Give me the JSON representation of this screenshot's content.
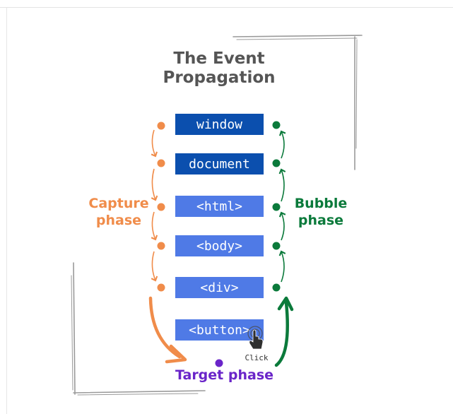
{
  "title": {
    "line1": "The Event",
    "line2": "Propagation"
  },
  "nodes": [
    {
      "label": "window"
    },
    {
      "label": "document"
    },
    {
      "label": "<html>"
    },
    {
      "label": "<body>"
    },
    {
      "label": "<div>"
    },
    {
      "label": "<button>"
    }
  ],
  "labels": {
    "capture_line1": "Capture",
    "capture_line2": "phase",
    "bubble_line1": "Bubble",
    "bubble_line2": "phase",
    "target": "Target phase",
    "click": "Click"
  },
  "colors": {
    "capture": "#f08c4a",
    "bubble": "#0b7a3b",
    "target": "#6a25c9",
    "node_dark": "#0b4fae",
    "node_light": "#4f7ae6",
    "title": "#555555",
    "frame_stroke": "#9a9a9a"
  },
  "icons": {
    "cursor": "hand-pointer-icon"
  }
}
